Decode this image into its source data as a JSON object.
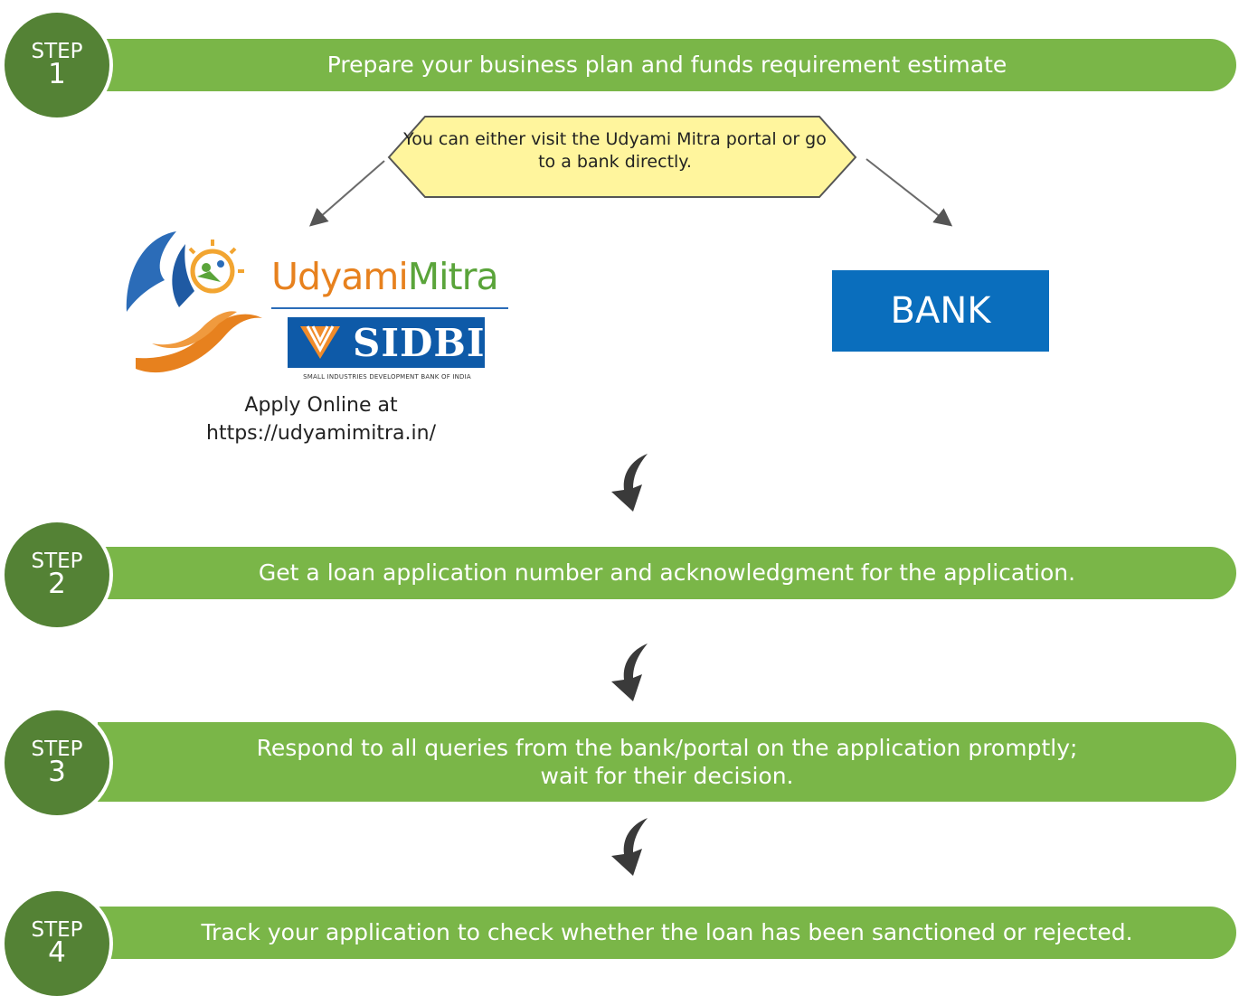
{
  "steps": [
    {
      "label": "STEP",
      "number": "1",
      "text": "Prepare your business plan and funds requirement estimate"
    },
    {
      "label": "STEP",
      "number": "2",
      "text": "Get a loan application number and acknowledgment for the application."
    },
    {
      "label": "STEP",
      "number": "3",
      "text": "Respond to all queries from the bank/portal on the application promptly;\nwait for their decision."
    },
    {
      "label": "STEP",
      "number": "4",
      "text": "Track your application to check whether the loan has been sanctioned or rejected."
    }
  ],
  "decision_note": "You can either visit the Udyami Mitra portal or go to a bank directly.",
  "udyami": {
    "word_part1": "Udyami",
    "word_part2": "Mitra",
    "sidbi": "SIDBI",
    "sidbi_tagline": "SMALL INDUSTRIES DEVELOPMENT BANK OF INDIA",
    "apply_line1": "Apply Online at",
    "apply_line2": "https://udyamimitra.in/"
  },
  "bank_label": "BANK",
  "colors": {
    "bar": "#7ab648",
    "circle": "#548235",
    "note_fill": "#fff59d",
    "bank": "#0a6ebd",
    "arrow": "#555555"
  }
}
